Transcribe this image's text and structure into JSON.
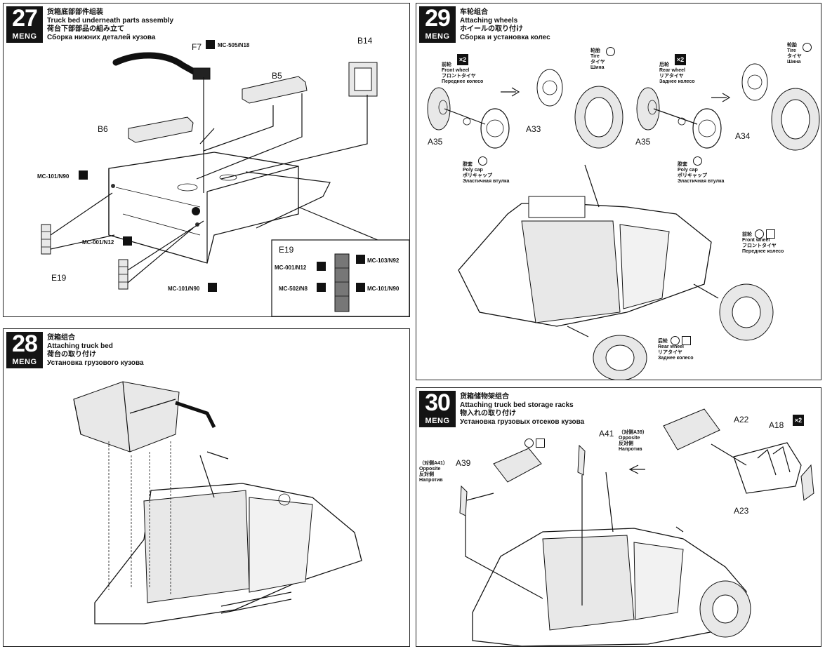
{
  "steps": [
    {
      "number": "27",
      "brand": "MENG",
      "title_zh": "货箱底部部件组装",
      "title_en": "Truck bed underneath parts assembly",
      "title_ja": "荷台下部部品の組み立て",
      "title_ru": "Сборка нижних деталей кузова",
      "parts": {
        "f7": "F7",
        "b5": "B5",
        "b14": "B14",
        "b6": "B6",
        "e19": "E19"
      },
      "codes": {
        "mc505": "MC-505/N18",
        "mc101a": "MC-101/N90",
        "mc001": "MC-001/N12",
        "mc101b": "MC-101/N90"
      },
      "inset": {
        "title": "E19",
        "codes": {
          "mc001": "MC-001/N12",
          "mc103": "MC-103/N92",
          "mc502": "MC-502/N8",
          "mc101": "MC-101/N90"
        }
      }
    },
    {
      "number": "28",
      "brand": "MENG",
      "title_zh": "货箱组合",
      "title_en": "Attaching truck bed",
      "title_ja": "荷台の取り付け",
      "title_ru": "Установка грузового кузова"
    },
    {
      "number": "29",
      "brand": "MENG",
      "title_zh": "车轮组合",
      "title_en": "Attaching wheels",
      "title_ja": "ホイールの取り付け",
      "title_ru": "Сборка и установка колес",
      "multiplier": "×2",
      "front_wheel": {
        "zh": "前轮",
        "en": "Front wheel",
        "ja": "フロントタイヤ",
        "ru": "Переднее колесо"
      },
      "rear_wheel": {
        "zh": "后轮",
        "en": "Rear wheel",
        "ja": "リアタイヤ",
        "ru": "Заднее колесо"
      },
      "tire": {
        "zh": "轮胎",
        "en": "Tire",
        "ja": "タイヤ",
        "ru": "Шина"
      },
      "poly_cap": {
        "zh": "胶套",
        "en": "Poly cap",
        "ja": "ポリキャップ",
        "ru": "Эластичная втулка"
      },
      "parts": {
        "a35a": "A35",
        "a33": "A33",
        "a35b": "A35",
        "a34": "A34"
      }
    },
    {
      "number": "30",
      "brand": "MENG",
      "title_zh": "货箱储物架组合",
      "title_en": "Attaching truck bed storage racks",
      "title_ja": "物入れの取り付け",
      "title_ru": "Установка  грузовых отсеков кузова",
      "multiplier": "×2",
      "parts": {
        "a22": "A22",
        "a18": "A18",
        "a23": "A23",
        "a41": "A41",
        "a39": "A39"
      },
      "opp_a39": {
        "zh": "（对侧A39）",
        "en": "Opposite",
        "ja": "反対側",
        "ru": "Напротив"
      },
      "opp_a41": {
        "zh": "（对侧A41）",
        "en": "Opposite",
        "ja": "反対側",
        "ru": "Напротив"
      }
    }
  ]
}
